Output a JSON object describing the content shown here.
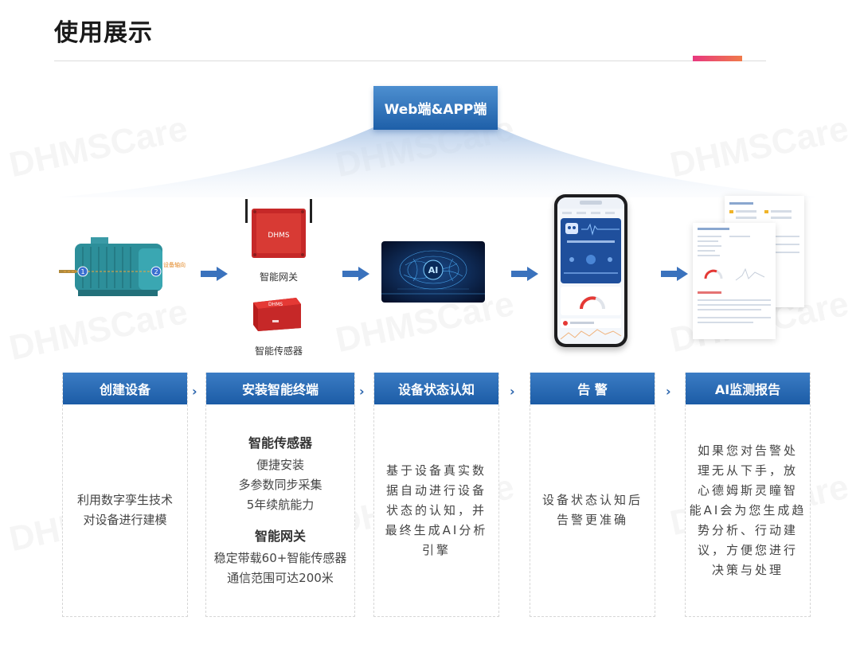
{
  "page": {
    "title": "使用展示"
  },
  "watermark": "DHMSCare",
  "top_box": {
    "label": "Web端&APP端"
  },
  "devices": {
    "motor_tag": "设备轴向",
    "gateway_caption": "智能网关",
    "sensor_caption": "智能传感器",
    "gateway_brand": "DHMS",
    "sensor_brand": "DHMS",
    "ai_text": "AI"
  },
  "steps": [
    {
      "header": "创建设备",
      "lines": [
        "利用数字孪生技术",
        "对设备进行建模"
      ]
    },
    {
      "header": "安装智能终端",
      "sensor_title": "智能传感器",
      "sensor_lines": [
        "便捷安装",
        "多参数同步采集",
        "5年续航能力"
      ],
      "gateway_title": "智能网关",
      "gateway_lines": [
        "稳定带载60+智能传感器",
        "通信范围可达200米"
      ]
    },
    {
      "header": "设备状态认知",
      "lines": [
        "基于设备真实数",
        "据自动进行设备",
        "状态的认知，并",
        "最终生成AI分析",
        "引擎"
      ]
    },
    {
      "header": "告 警",
      "lines": [
        "设备状态认知后",
        "告警更准确"
      ]
    },
    {
      "header": "AI监测报告",
      "lines": [
        "如果您对告警处",
        "理无从下手，放",
        "心德姆斯灵瞳智",
        "能AI会为您生成趋",
        "势分析、行动建",
        "议，方便您进行",
        "决策与处理"
      ]
    }
  ],
  "colors": {
    "header_blue": "#1c5ca6",
    "accent_pink": "#e8387f",
    "accent_orange": "#f07a4a"
  }
}
